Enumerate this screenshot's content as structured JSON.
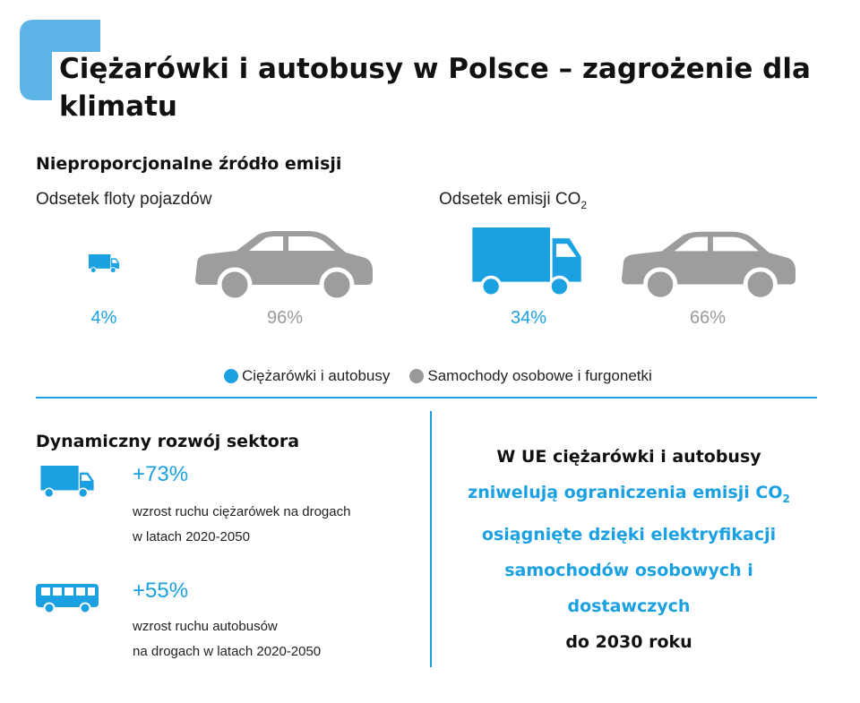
{
  "title": "Ciężarówki i autobusy w Polsce – zagrożenie dla klimatu",
  "section1": {
    "heading": "Nieproporcjonalne źródło emisji",
    "fleet_label": "Odsetek floty pojazdów",
    "emissions_label": "Odsetek emisji CO",
    "emissions_label_sub": "2",
    "fleet": {
      "trucks_pct": "4%",
      "cars_pct": "96%"
    },
    "emissions": {
      "trucks_pct": "34%",
      "cars_pct": "66%"
    }
  },
  "legend": {
    "trucks": "Ciężarówki i autobusy",
    "cars": "Samochody osobowe i furgonetki"
  },
  "section2": {
    "heading": "Dynamiczny rozwój sektora",
    "truck_stat": {
      "value": "+73%",
      "line1": "wzrost ruchu ciężarówek na drogach",
      "line2": "w latach 2020-2050"
    },
    "bus_stat": {
      "value": "+55%",
      "line1": "wzrost ruchu autobusów",
      "line2": "na drogach w latach 2020-2050"
    }
  },
  "callout": {
    "line1": "W UE ciężarówki i autobusy",
    "line2": "zniwelują ograniczenia emisji CO",
    "line2_sub": "2",
    "line3": "osiągnięte dzięki elektryfikacji",
    "line4": "samochodów osobowych i",
    "line5": "dostawczych",
    "line6": "do 2030 roku"
  },
  "colors": {
    "accent": "#1ba0e2",
    "grey": "#999999",
    "corner": "#5bb3e6"
  },
  "icons": [
    "truck-icon",
    "car-icon",
    "bus-icon"
  ]
}
